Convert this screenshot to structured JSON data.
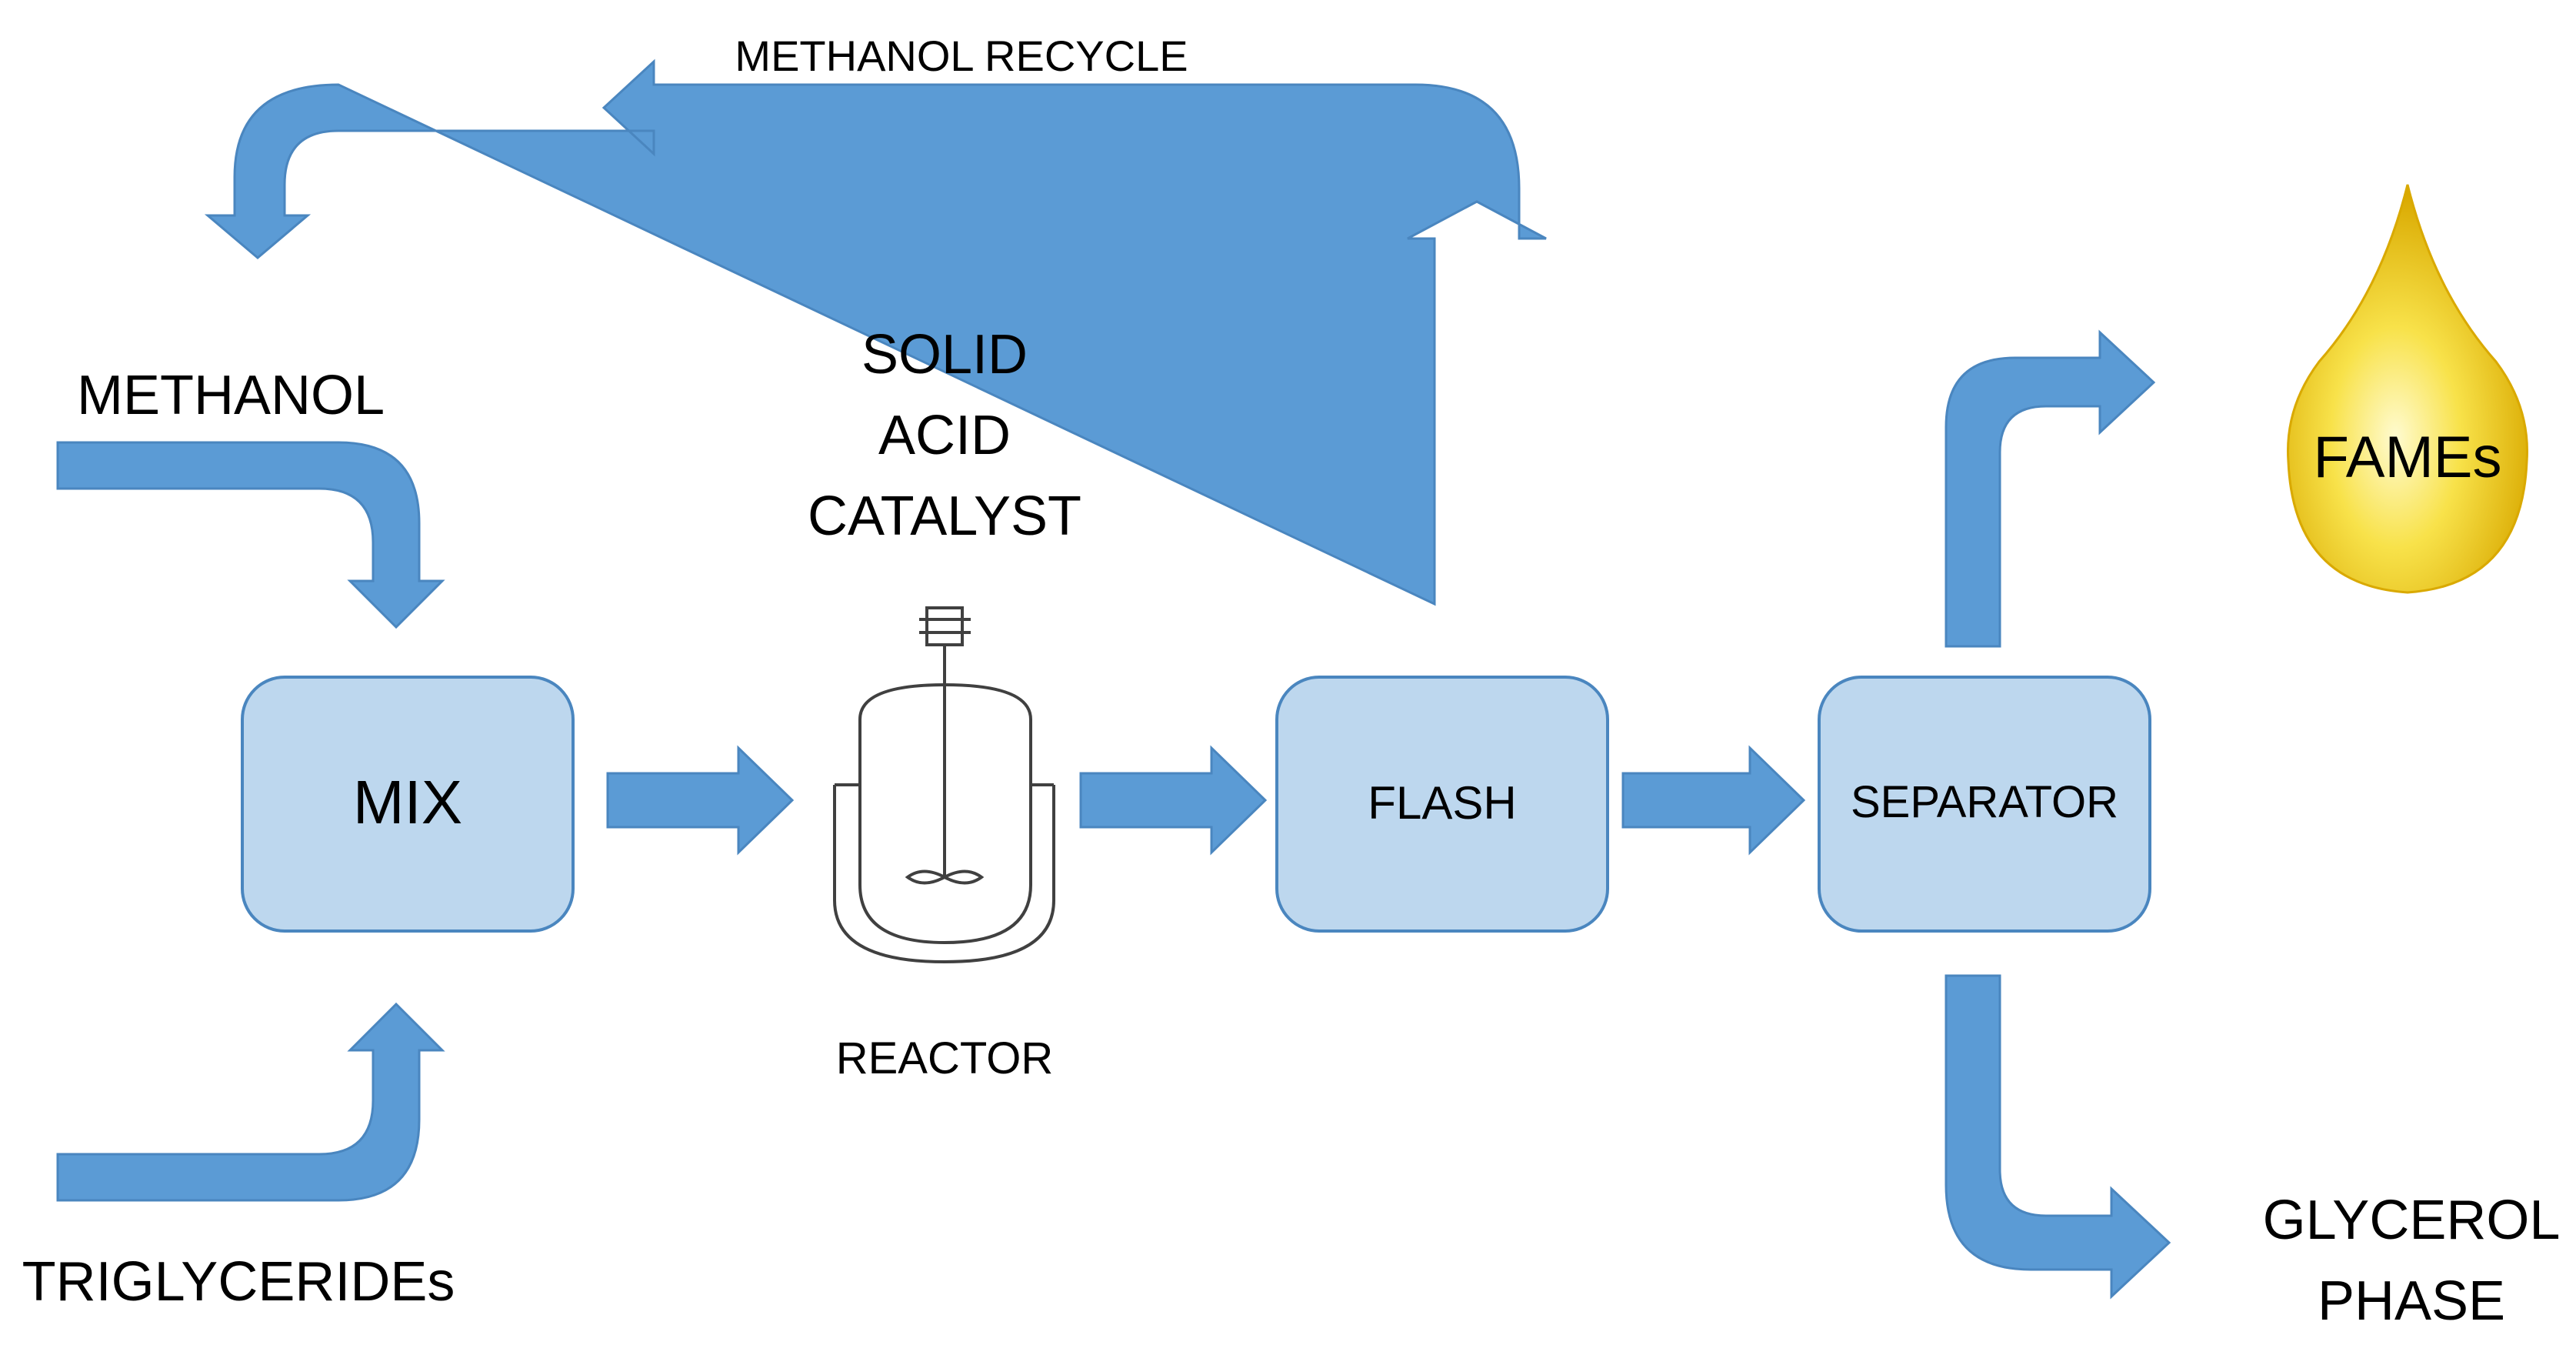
{
  "diagram": {
    "recycle_label": "METHANOL RECYCLE",
    "methanol_label": "METHANOL",
    "triglycerides_label": "TRIGLYCERIDEs",
    "catalyst_label": [
      "SOLID",
      "ACID",
      "CATALYST"
    ],
    "reactor_label": "REACTOR",
    "mix_label": "MIX",
    "flash_label": "FLASH",
    "separator_label": "SEPARATOR",
    "fames_label": "FAMEs",
    "glycerol_label": [
      "GLYCEROL",
      "PHASE"
    ],
    "colors": {
      "arrow_fill": "#5b9bd5",
      "box_fill": "#bdd7ee",
      "box_border": "#4a86bf",
      "drop_light": "#fff6a8",
      "drop_dark": "#e0b400"
    }
  }
}
